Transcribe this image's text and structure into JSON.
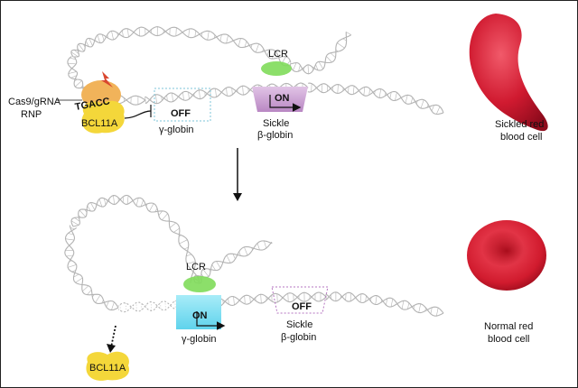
{
  "top_panel": {
    "cas9_label_line1": "Cas9/gRNA",
    "cas9_label_line2": "RNP",
    "target_seq": "TGACC",
    "bcl11a_label": "BCL11A",
    "gamma_state": "OFF",
    "gamma_label": "γ-globin",
    "lcr_label": "LCR",
    "beta_state": "ON",
    "beta_label_line1": "Sickle",
    "beta_label_line2": "β-globin",
    "cell_label_line1": "Sickled red",
    "cell_label_line2": "blood cell"
  },
  "bottom_panel": {
    "lcr_label": "LCR",
    "gamma_state": "ON",
    "gamma_label": "γ-globin",
    "beta_state": "OFF",
    "beta_label_line1": "Sickle",
    "beta_label_line2": "β-globin",
    "bcl11a_label": "BCL11A",
    "cell_label_line1": "Normal red",
    "cell_label_line2": "blood cell"
  },
  "colors": {
    "dna_strand": "#b3b3b3",
    "gamma_box_top": "#9fd2e4",
    "gamma_box_bottom": "#6fd7ee",
    "beta_box_on": "#c79ad0",
    "beta_box_off": "#b574c0",
    "lcr_green": "#7fdc5a",
    "bcl11a_yellow": "#f4d73a",
    "cas9_orange": "#f1b35a",
    "lightning_red": "#d9472f",
    "rbc_red": "#c8142a"
  }
}
